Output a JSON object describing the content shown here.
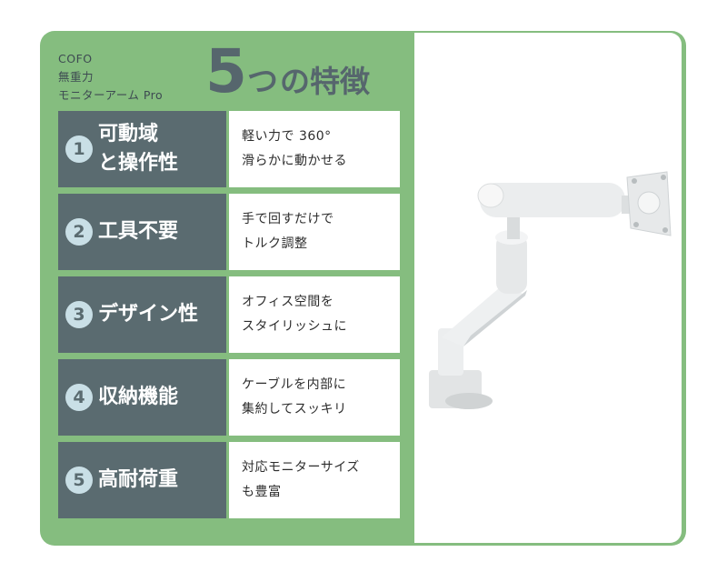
{
  "brand": {
    "line1": "COFO",
    "line2": "無重力",
    "line3": "モニターアーム Pro"
  },
  "headline": {
    "number": "5",
    "particle": "つ",
    "rest": "の特徴"
  },
  "features": [
    {
      "num": "1",
      "title_line1": "可動域",
      "title_line2": "と操作性",
      "desc_line1": "軽い力で 360°",
      "desc_line2": "滑らかに動かせる"
    },
    {
      "num": "2",
      "title_line1": "工具不要",
      "title_line2": "",
      "desc_line1": "手で回すだけで",
      "desc_line2": "トルク調整"
    },
    {
      "num": "3",
      "title_line1": "デザイン性",
      "title_line2": "",
      "desc_line1": "オフィス空間を",
      "desc_line2": "スタイリッシュに"
    },
    {
      "num": "4",
      "title_line1": "収納機能",
      "title_line2": "",
      "desc_line1": "ケーブルを内部に",
      "desc_line2": "集約してスッキリ"
    },
    {
      "num": "5",
      "title_line1": "高耐荷重",
      "title_line2": "",
      "desc_line1": "対応モニターサイズ",
      "desc_line2": "も豊富"
    }
  ],
  "colors": {
    "background_green": "#85bd7f",
    "label_slate": "#5a6b70",
    "number_circle": "#c9dfe6",
    "headline_text": "#56666d"
  },
  "image": {
    "subject": "white-monitor-arm"
  }
}
